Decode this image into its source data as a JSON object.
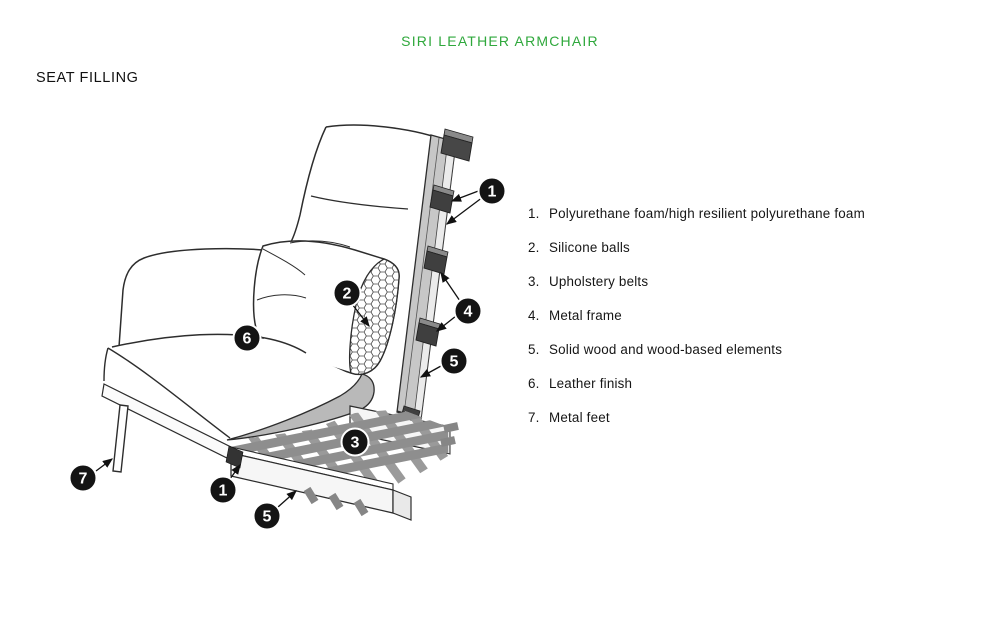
{
  "title": "SIRI LEATHER ARMCHAIR",
  "section": "SEAT FILLING",
  "colors": {
    "accent_green": "#2fa83c",
    "text": "#1c1c1c",
    "line": "#2d2d2d"
  },
  "legend": {
    "items": [
      {
        "num": "1.",
        "label": "Polyurethane foam/high resilient polyurethane foam"
      },
      {
        "num": "2.",
        "label": "Silicone balls"
      },
      {
        "num": "3.",
        "label": "Upholstery belts"
      },
      {
        "num": "4.",
        "label": "Metal frame"
      },
      {
        "num": "5.",
        "label": "Solid wood and wood-based elements"
      },
      {
        "num": "6.",
        "label": "Leather finish"
      },
      {
        "num": "7.",
        "label": "Metal feet"
      }
    ]
  },
  "diagram": {
    "callouts": [
      "1",
      "4",
      "5",
      "2",
      "6",
      "3",
      "1",
      "5",
      "7"
    ]
  }
}
